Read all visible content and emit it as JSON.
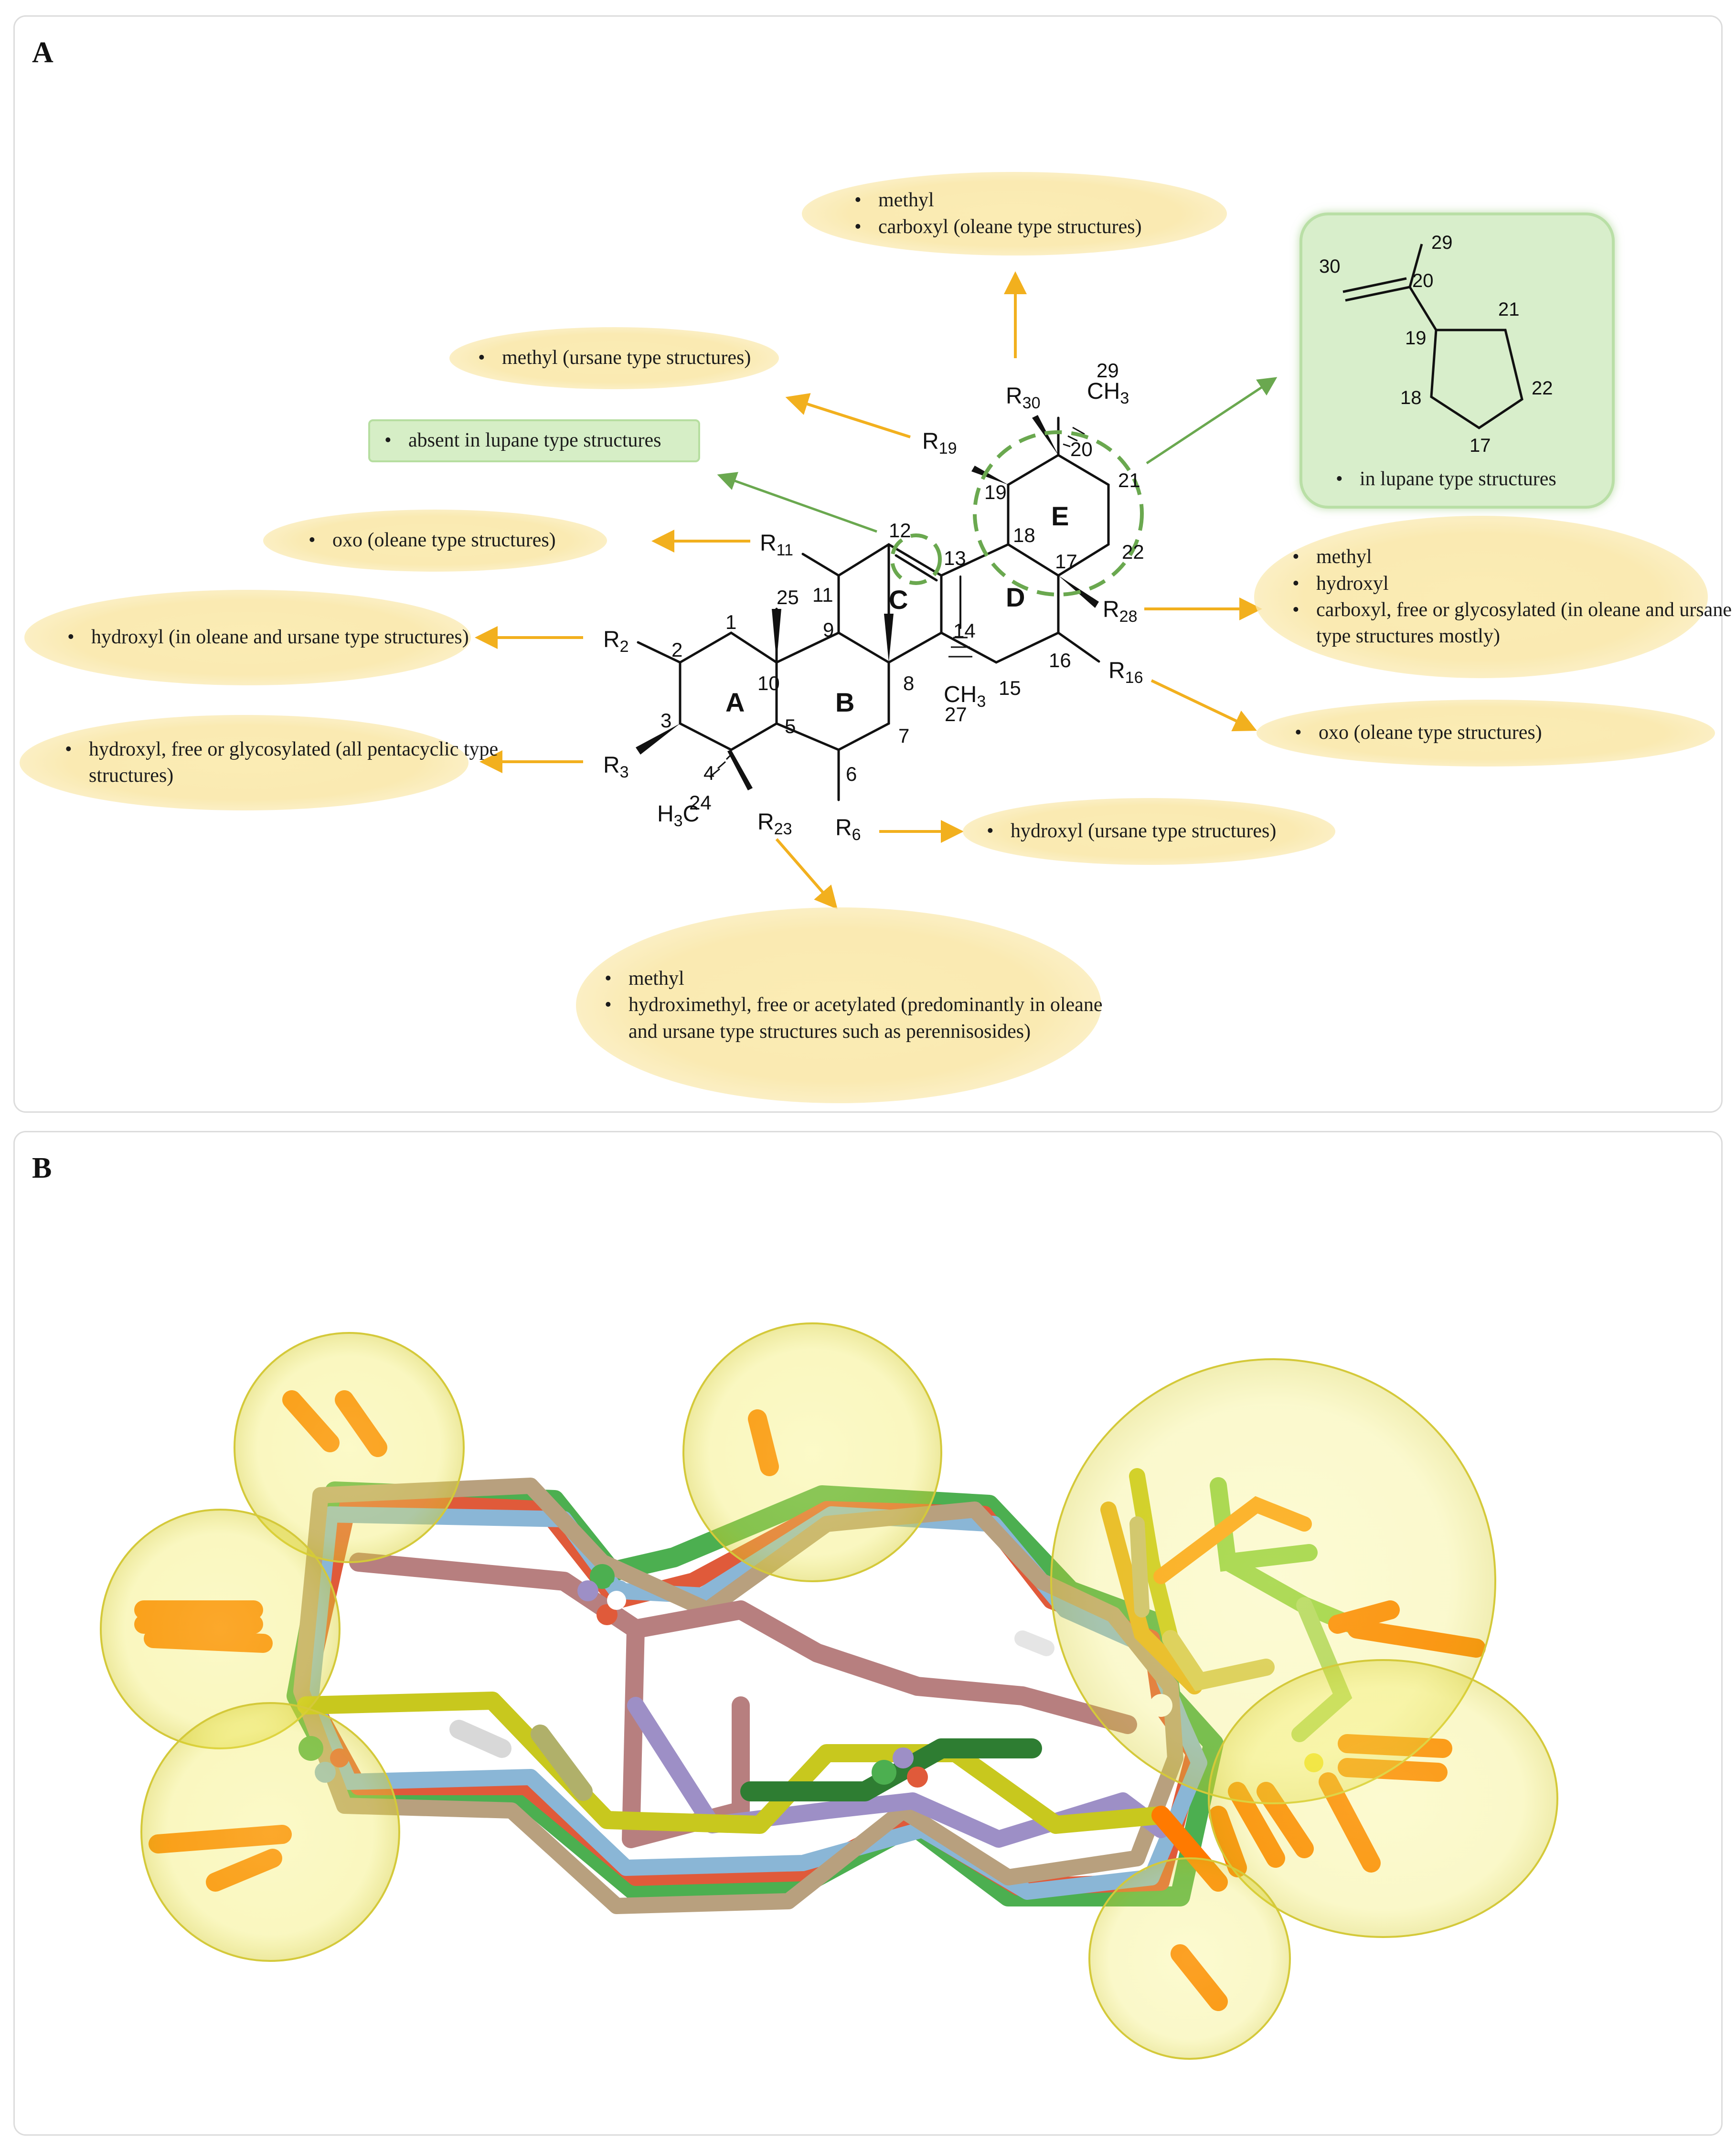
{
  "panels": {
    "a": {
      "label": "A"
    },
    "b": {
      "label": "B"
    }
  },
  "notes": {
    "methyl_carboxyl": [
      "methyl",
      "carboxyl (oleane type structures)"
    ],
    "methyl_ursane": [
      "methyl (ursane type structures)"
    ],
    "absent_lupane": [
      "absent in lupane type structures"
    ],
    "oxo_c11": [
      "oxo (oleane type structures)"
    ],
    "hydroxyl_c2": [
      "hydroxyl (in oleane and ursane type structures)"
    ],
    "hydroxyl_c3": [
      "hydroxyl, free or glycosylated (all pentacyclic type structures)"
    ],
    "r28": [
      "methyl",
      "hydroxyl",
      "carboxyl, free or glycosylated (in oleane and ursane type structures mostly)"
    ],
    "oxo_c16": [
      "oxo (oleane type structures)"
    ],
    "hydroxyl_c6": [
      "hydroxyl (ursane type structures)"
    ],
    "r23": [
      "methyl",
      "hydroximethyl, free or acetylated (predominantly in oleane and ursane type structures such as perennisosides)"
    ],
    "lupane_box": [
      "in lupane type structures"
    ]
  },
  "ring_labels": [
    "A",
    "B",
    "C",
    "D",
    "E"
  ],
  "atom_numbers": [
    "1",
    "2",
    "3",
    "4",
    "5",
    "6",
    "7",
    "8",
    "9",
    "10",
    "11",
    "12",
    "13",
    "14",
    "15",
    "16",
    "17",
    "18",
    "19",
    "20",
    "21",
    "22",
    "24",
    "25",
    "27",
    "29"
  ],
  "substituents": [
    "R2",
    "R3",
    "R6",
    "R11",
    "R16",
    "R19",
    "R23",
    "R28",
    "R30",
    "H3C",
    "CH3"
  ],
  "lupane_ring_numbers": [
    "29",
    "30",
    "20",
    "19",
    "21",
    "18",
    "22",
    "17"
  ],
  "colors": {
    "arrow_orange": "#f2b01e",
    "arrow_green": "#6aa84f",
    "dashed_green": "#6aa84f",
    "note_fill": "#faeab2",
    "green_fill": "#d6eec6",
    "highlight_yellow": "#f2ee6a"
  },
  "model_3d": {
    "description_icons": [
      "superimposed-triterpene-molecules",
      "pharmacophore-sphere"
    ],
    "stick_colors": [
      "#4caf50",
      "#e05a3a",
      "#8ab6d6",
      "#b0b06a",
      "#a98f7a",
      "#9d8fc6",
      "#c8c81e",
      "#b77f7f",
      "#ff7a00"
    ]
  }
}
